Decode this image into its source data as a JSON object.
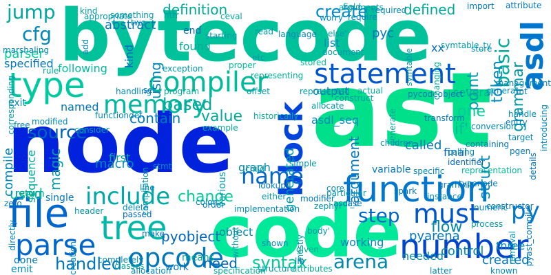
{
  "words": [
    {
      "text": "node",
      "color": "#0022dd"
    },
    {
      "text": "ast",
      "color": "#00e08a"
    },
    {
      "text": "bytecode",
      "color": "#00c29a"
    },
    {
      "text": "code",
      "color": "#00e89a"
    },
    {
      "text": "function",
      "color": "#0077cc"
    },
    {
      "text": "file",
      "color": "#0066cc"
    },
    {
      "text": "block",
      "color": "#0044dd"
    },
    {
      "text": "type",
      "color": "#00c8a0"
    },
    {
      "text": "statement",
      "color": "#0055cc"
    },
    {
      "text": "number",
      "color": "#0044cc"
    },
    {
      "text": "tree",
      "color": "#00b8a8"
    },
    {
      "text": "compiler",
      "color": "#00bb9a"
    },
    {
      "text": "asdl",
      "color": "#0077cc"
    },
    {
      "text": "parse",
      "color": "#0066cc"
    },
    {
      "text": "opcode",
      "color": "#0077bb"
    },
    {
      "text": "memory",
      "color": "#00b8a0"
    },
    {
      "text": "include",
      "color": "#00a8a8"
    },
    {
      "text": "must",
      "color": "#0055cc"
    },
    {
      "text": "py",
      "color": "#0077cc"
    },
    {
      "text": "name",
      "color": "#0066cc"
    },
    {
      "text": "jump",
      "color": "#00a8a0"
    },
    {
      "text": "cfg",
      "color": "#0088bb"
    },
    {
      "text": "create",
      "color": "#0088cc"
    },
    {
      "text": "step",
      "color": "#0066cc"
    },
    {
      "text": "basic",
      "color": "#00aa99"
    },
    {
      "text": "grammar",
      "color": "#0099aa"
    },
    {
      "text": "handled",
      "color": "#0077bb"
    },
    {
      "text": "arena",
      "color": "#0088aa"
    },
    {
      "text": "syntax",
      "color": "#00cc99"
    },
    {
      "text": "source",
      "color": "#0066bb"
    },
    {
      "text": "struct",
      "color": "#0088bb"
    },
    {
      "text": "change",
      "color": "#00cc99"
    },
    {
      "text": "based",
      "color": "#00aa99"
    },
    {
      "text": "definition",
      "color": "#00aa99"
    },
    {
      "text": "abstract",
      "color": "#0077bb"
    },
    {
      "text": "token",
      "color": "#0088bb"
    },
    {
      "text": "point",
      "color": "#0099aa"
    },
    {
      "text": "defined",
      "color": "#00aa99"
    },
    {
      "text": "flow",
      "color": "#0088aa"
    },
    {
      "text": "pyobject",
      "color": "#0066bb"
    },
    {
      "text": "contain",
      "color": "#0077bb"
    },
    {
      "text": "value",
      "color": "#00aa99"
    },
    {
      "text": "one",
      "color": "#00cc99"
    },
    {
      "text": "argument",
      "color": "#0077bb"
    },
    {
      "text": "using",
      "color": "#0088bb"
    },
    {
      "text": "used",
      "color": "#00bb99"
    },
    {
      "text": "macro",
      "color": "#0088bb"
    },
    {
      "text": "magic",
      "color": "#0099aa"
    },
    {
      "text": "parser",
      "color": "#00cc99"
    },
    {
      "text": "need",
      "color": "#0066bb"
    },
    {
      "text": "pyarena",
      "color": "#0077bb"
    },
    {
      "text": "control",
      "color": "#0088aa"
    },
    {
      "text": "generated",
      "color": "#0099aa"
    },
    {
      "text": "asdl_seq",
      "color": "#0088bb"
    },
    {
      "text": "called",
      "color": "#0077bb"
    },
    {
      "text": "compile",
      "color": "#0088bb"
    },
    {
      "text": "kind",
      "color": "#0066cc"
    },
    {
      "text": "found",
      "color": "#00aa99"
    },
    {
      "text": "if'",
      "color": "#00bb99"
    },
    {
      "text": "working",
      "color": "#0088bb"
    },
    {
      "text": "needed",
      "color": "#0088aa"
    },
    {
      "text": "created",
      "color": "#0077bb"
    },
    {
      "text": "pyc",
      "color": "#0077bb"
    },
    {
      "text": "list",
      "color": "#0088bb"
    },
    {
      "text": "end",
      "color": "#0066bb"
    },
    {
      "text": "output",
      "color": "#0077bb"
    },
    {
      "text": "first",
      "color": "#00aa99"
    },
    {
      "text": "graph",
      "color": "#0088aa"
    },
    {
      "text": "variable",
      "color": "#0077bb"
    },
    {
      "text": "final",
      "color": "#0066bb"
    },
    {
      "text": "three",
      "color": "#0088bb"
    },
    {
      "text": "object",
      "color": "#0088aa"
    },
    {
      "text": "means",
      "color": "#00aa99"
    },
    {
      "text": "work",
      "color": "#0077bb"
    },
    {
      "text": "several",
      "color": "#00aa99"
    },
    {
      "text": "following",
      "color": "#00bb99"
    },
    {
      "text": "named",
      "color": "#0077bb"
    },
    {
      "text": "exit",
      "color": "#0088bb"
    },
    {
      "text": "specified",
      "color": "#0077bb"
    },
    {
      "text": "various",
      "color": "#0099aa"
    },
    {
      "text": "single",
      "color": "#0077bb"
    },
    {
      "text": "return",
      "color": "#00aa99"
    },
    {
      "text": "sequence",
      "color": "#00aa99"
    },
    {
      "text": "implementation",
      "color": "#0088bb"
    },
    {
      "text": "done",
      "color": "#0077bb"
    },
    {
      "text": "emit",
      "color": "#0088bb"
    },
    {
      "text": "make",
      "color": "#0077bb"
    },
    {
      "text": "passed",
      "color": "#0066bb"
    },
    {
      "text": "xx",
      "color": "#0066bb"
    },
    {
      "text": "language",
      "color": "#0088bb"
    },
    {
      "text": "proper",
      "color": "#00bb99"
    },
    {
      "text": "representing",
      "color": "#00aa99"
    },
    {
      "text": "pycodeobject",
      "color": "#0077bb"
    },
    {
      "text": "actual",
      "color": "#00aa99"
    },
    {
      "text": "else'",
      "color": "#0099aa"
    },
    {
      "text": "etc",
      "color": "#0099aa"
    },
    {
      "text": "rule",
      "color": "#00aa99"
    },
    {
      "text": "handling",
      "color": "#0088bb"
    },
    {
      "text": "set",
      "color": "#0077bb"
    },
    {
      "text": "program",
      "color": "#00aa99"
    },
    {
      "text": "offset",
      "color": "#0099aa"
    },
    {
      "text": "exception",
      "color": "#0099aa"
    },
    {
      "text": "stored",
      "color": "#00bb99"
    },
    {
      "text": "marshaling",
      "color": "#0088bb"
    },
    {
      "text": "add",
      "color": "#0088bb"
    },
    {
      "text": "two",
      "color": "#0088bb"
    },
    {
      "text": "ceval",
      "color": "#00aa99"
    },
    {
      "text": "symtable",
      "color": "#0099aa"
    },
    {
      "text": "changing",
      "color": "#00aa99"
    },
    {
      "text": "generate",
      "color": "#00aa99"
    },
    {
      "text": "import",
      "color": "#0077bb"
    },
    {
      "text": "management",
      "color": "#0088bb"
    },
    {
      "text": "int",
      "color": "#0077bb"
    },
    {
      "text": "handle",
      "color": "#0088bb"
    },
    {
      "text": "entry",
      "color": "#0077bb"
    },
    {
      "text": "target",
      "color": "#0088bb"
    },
    {
      "text": "pgen",
      "color": "#0077bb"
    },
    {
      "text": "representation",
      "color": "#00bb99"
    },
    {
      "text": "identifier",
      "color": "#0066bb"
    },
    {
      "text": "calling",
      "color": "#0088bb"
    },
    {
      "text": "containing",
      "color": "#0077bb"
    },
    {
      "text": "conversion",
      "color": "#0088bb"
    },
    {
      "text": "transform",
      "color": "#0077bb"
    },
    {
      "text": "specific",
      "color": "#0088bb"
    },
    {
      "text": "spark",
      "color": "#0077bb"
    },
    {
      "text": "modifier",
      "color": "#0077bb"
    },
    {
      "text": "lib",
      "color": "#0077bb"
    },
    {
      "text": "case",
      "color": "#0077bb"
    },
    {
      "text": "asdl_c",
      "color": "#0077bb"
    },
    {
      "text": "constructor",
      "color": "#0077bb"
    },
    {
      "text": "order",
      "color": "#0077bb"
    },
    {
      "text": "core",
      "color": "#0088bb"
    },
    {
      "text": "simple",
      "color": "#0099aa"
    },
    {
      "text": "stmt",
      "color": "#0088bb"
    },
    {
      "text": "line",
      "color": "#0088bb"
    },
    {
      "text": "compilation",
      "color": "#0099aa"
    },
    {
      "text": "lookup",
      "color": "#0077bb"
    },
    {
      "text": "delete",
      "color": "#0088bb"
    },
    {
      "text": "free",
      "color": "#0088bb"
    },
    {
      "text": "modified",
      "color": "#0088bb"
    },
    {
      "text": "zero",
      "color": "#0077bb"
    },
    {
      "text": "header",
      "color": "#0099aa"
    },
    {
      "text": "classes",
      "color": "#00aa99"
    },
    {
      "text": "directly",
      "color": "#0088bb"
    },
    {
      "text": "structure",
      "color": "#0099aa"
    },
    {
      "text": "attributes",
      "color": "#00aa99"
    },
    {
      "text": "specification",
      "color": "#00aa99"
    },
    {
      "text": "removal",
      "color": "#0099aa"
    },
    {
      "text": "process",
      "color": "#0099aa"
    },
    {
      "text": "details",
      "color": "#0077bb"
    },
    {
      "text": "attribute",
      "color": "#0077bb"
    },
    {
      "text": "required",
      "color": "#0088bb"
    },
    {
      "text": "worry",
      "color": "#0088bb"
    },
    {
      "text": "require",
      "color": "#0088bb"
    },
    {
      "text": "children",
      "color": "#0088bb"
    },
    {
      "text": "example",
      "color": "#00aa99"
    },
    {
      "text": "consider",
      "color": "#0099aa"
    },
    {
      "text": "historically",
      "color": "#00aa99"
    },
    {
      "text": "colon",
      "color": "#0088bb"
    },
    {
      "text": "given",
      "color": "#00aa99"
    },
    {
      "text": "mostly",
      "color": "#0099aa"
    },
    {
      "text": "body'",
      "color": "#0099aa"
    },
    {
      "text": "shown",
      "color": "#0088bb"
    },
    {
      "text": "instance",
      "color": "#0088bb"
    },
    {
      "text": "typenode",
      "color": "#0077bb"
    },
    {
      "text": "graminit",
      "color": "#0077bb"
    },
    {
      "text": "pyast_compile",
      "color": "#0077bb"
    },
    {
      "text": "numeric",
      "color": "#0088bb"
    },
    {
      "text": "latter",
      "color": "#0088bb"
    },
    {
      "text": "known",
      "color": "#0088bb"
    },
    {
      "text": "store",
      "color": "#0088bb"
    },
    {
      "text": "general",
      "color": "#0088bb"
    },
    {
      "text": "introducing",
      "color": "#0088bb"
    },
    {
      "text": "functiondef",
      "color": "#0088bb"
    },
    {
      "text": "completely",
      "color": "#0088bb"
    },
    {
      "text": "allocation",
      "color": "#0088bb"
    },
    {
      "text": "creation",
      "color": "#0088bb"
    },
    {
      "text": "starting",
      "color": "#0099aa"
    },
    {
      "text": "without",
      "color": "#0099aa"
    },
    {
      "text": "zephyr",
      "color": "#0099aa"
    },
    {
      "text": "particular",
      "color": "#0099aa"
    },
    {
      "text": "either",
      "color": "#0099aa"
    },
    {
      "text": "document",
      "color": "#0099aa"
    },
    {
      "text": "arguments",
      "color": "#0099aa"
    },
    {
      "text": "construct",
      "color": "#0099aa"
    },
    {
      "text": "allocate",
      "color": "#0099aa"
    },
    {
      "text": "represented",
      "color": "#0099aa"
    },
    {
      "text": "appropriate",
      "color": "#0099aa"
    },
    {
      "text": "something",
      "color": "#0099aa"
    },
    {
      "text": "field",
      "color": "#0099aa"
    },
    {
      "text": "nth",
      "color": "#0099aa"
    },
    {
      "text": "child",
      "color": "#0099aa"
    },
    {
      "text": "corresponding",
      "color": "#0099aa"
    },
    {
      "text": "kind",
      "color": "#0099aa"
    },
    {
      "text": "read",
      "color": "#0099aa"
    },
    {
      "text": "symtable_ty",
      "color": "#0099aa"
    }
  ]
}
